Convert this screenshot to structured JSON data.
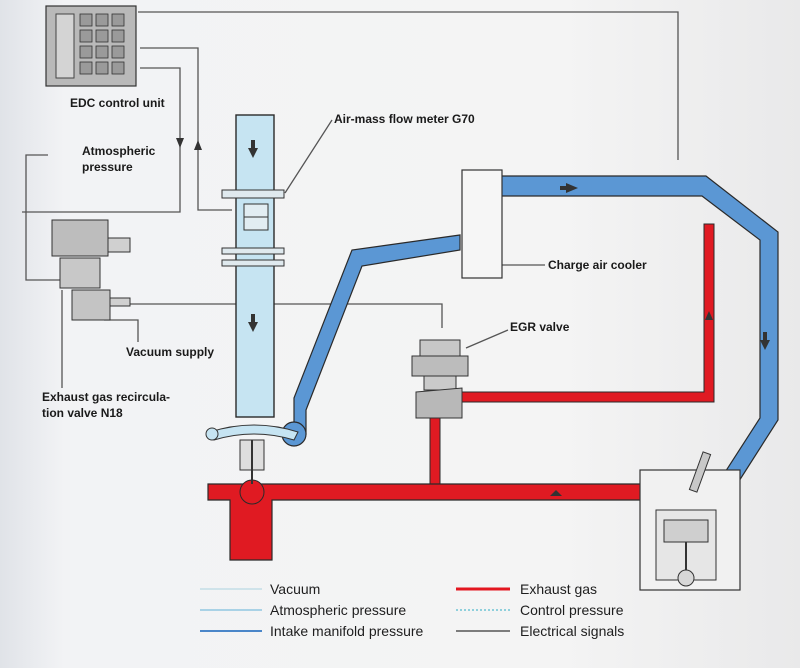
{
  "labels": {
    "edc": "EDC control unit",
    "atmospheric_line1": "Atmospheric",
    "atmospheric_line2": "pressure",
    "air_mass": "Air-mass flow meter G70",
    "charge_air_cooler": "Charge air cooler",
    "egr_valve": "EGR valve",
    "vacuum_supply": "Vacuum supply",
    "n18_line1": "Exhaust gas recircula-",
    "n18_line2": "tion valve N18"
  },
  "legend": [
    {
      "label": "Vacuum",
      "color": "#cfe3ea",
      "style": "solid"
    },
    {
      "label": "Atmospheric pressure",
      "color": "#a9d2e6",
      "style": "solid"
    },
    {
      "label": "Intake manifold pressure",
      "color": "#4a86c9",
      "style": "solid"
    },
    {
      "label": "Exhaust gas",
      "color": "#e3161f",
      "style": "solid"
    },
    {
      "label": "Control pressure",
      "color": "#8fd0dc",
      "style": "dotted"
    },
    {
      "label": "Electrical signals",
      "color": "#555555",
      "style": "solid"
    }
  ],
  "colors": {
    "atmospheric_fill": "#c6e4f2",
    "intake_fill": "#5b97d4",
    "exhaust_fill": "#e01a22",
    "outline": "#2a2a2a",
    "signal_line": "#444444"
  },
  "icons": [
    "flow-arrow-icon",
    "ecu-connector-icon",
    "valve-icon",
    "turbocharger-icon",
    "engine-cylinder-icon"
  ]
}
